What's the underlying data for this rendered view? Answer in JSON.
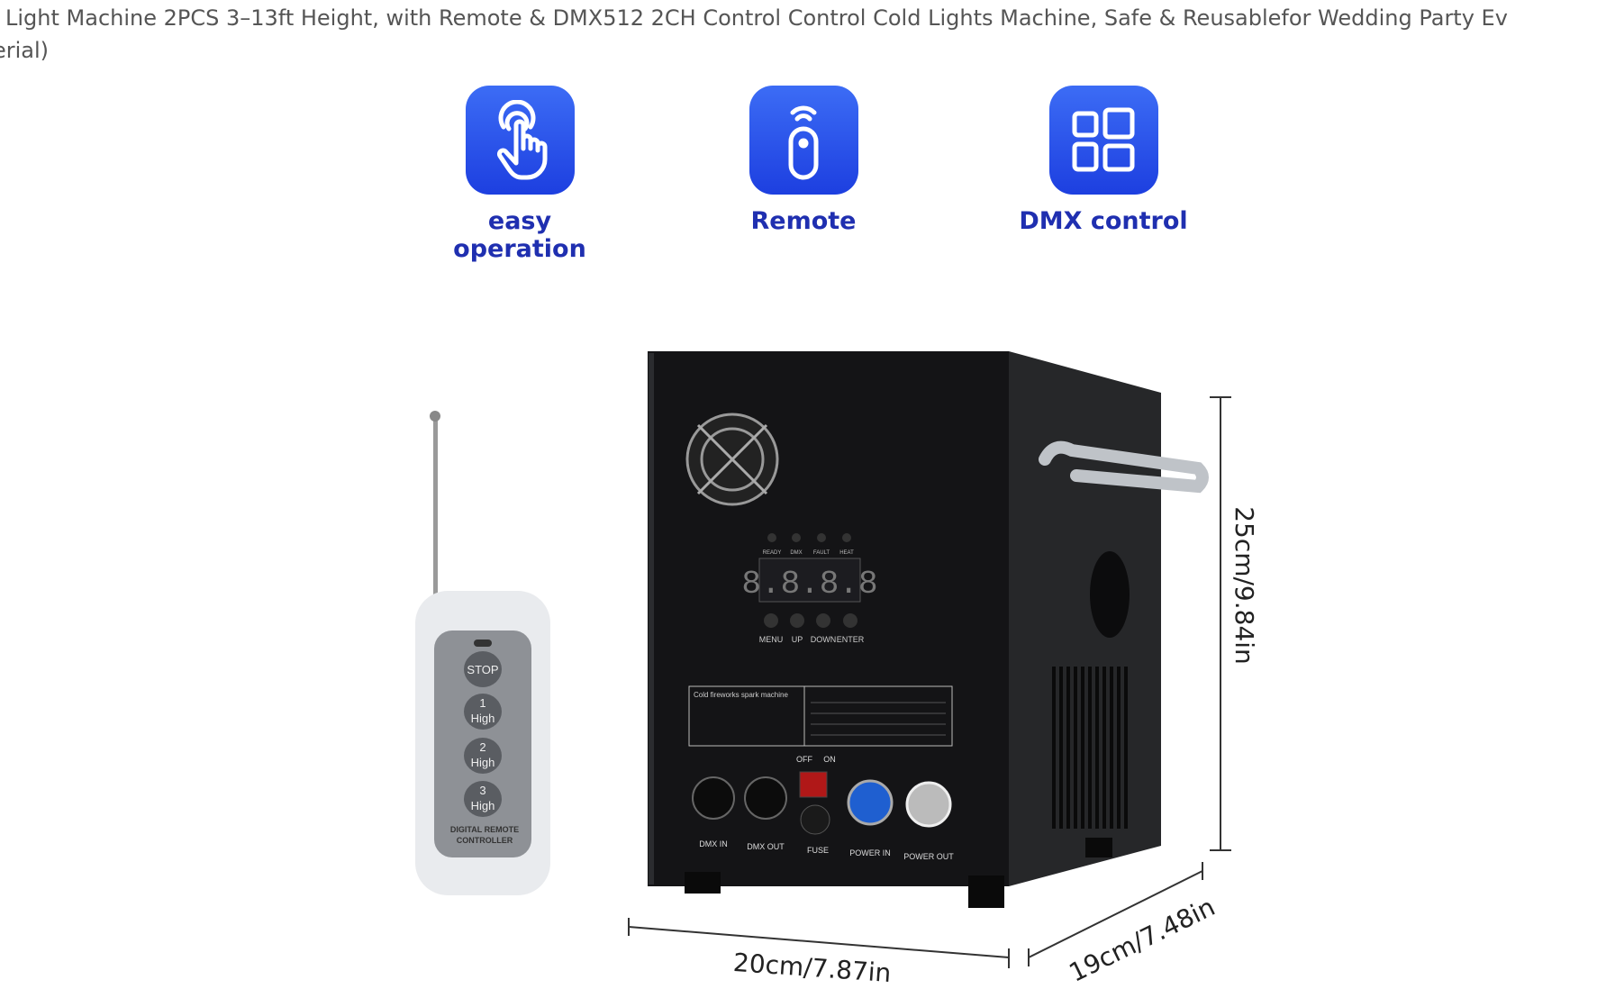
{
  "product_title": {
    "line1": "Light Machine 2PCS 3–13ft Height, with Remote & DMX512 2CH Control Control Cold Lights Machine, Safe & Reusablefor Wedding Party Ev",
    "line2": "erial)"
  },
  "features": [
    {
      "label": "easy operation",
      "icon": "touch-hand-icon"
    },
    {
      "label": "Remote",
      "icon": "remote-icon"
    },
    {
      "label": "DMX control",
      "icon": "dmx-grid-icon"
    }
  ],
  "colors": {
    "accent": "#2a52eb",
    "label": "#1f2fb0"
  },
  "remote": {
    "buttons": [
      "STOP",
      "1\nHigh",
      "2\nHigh",
      "3\nHigh"
    ],
    "b1": "1",
    "b2": "2",
    "b3": "3",
    "high": "High",
    "brand_line1": "DIGITAL REMOTE",
    "brand_line2": "CONTROLLER"
  },
  "machine": {
    "indicators": [
      "READY",
      "DMX",
      "FAULT",
      "HEAT"
    ],
    "display": "8.8.8.8",
    "keys": [
      "MENU",
      "UP",
      "DOWN",
      "ENTER"
    ],
    "ports": [
      "DMX IN",
      "DMX OUT",
      "FUSE",
      "POWER IN",
      "POWER OUT"
    ],
    "switch": {
      "off": "OFF",
      "on": "ON"
    },
    "label_title": "Cold fireworks spark machine"
  },
  "dimensions": {
    "height": "25cm/9.84in",
    "width": "20cm/7.87in",
    "depth": "19cm/7.48in"
  }
}
